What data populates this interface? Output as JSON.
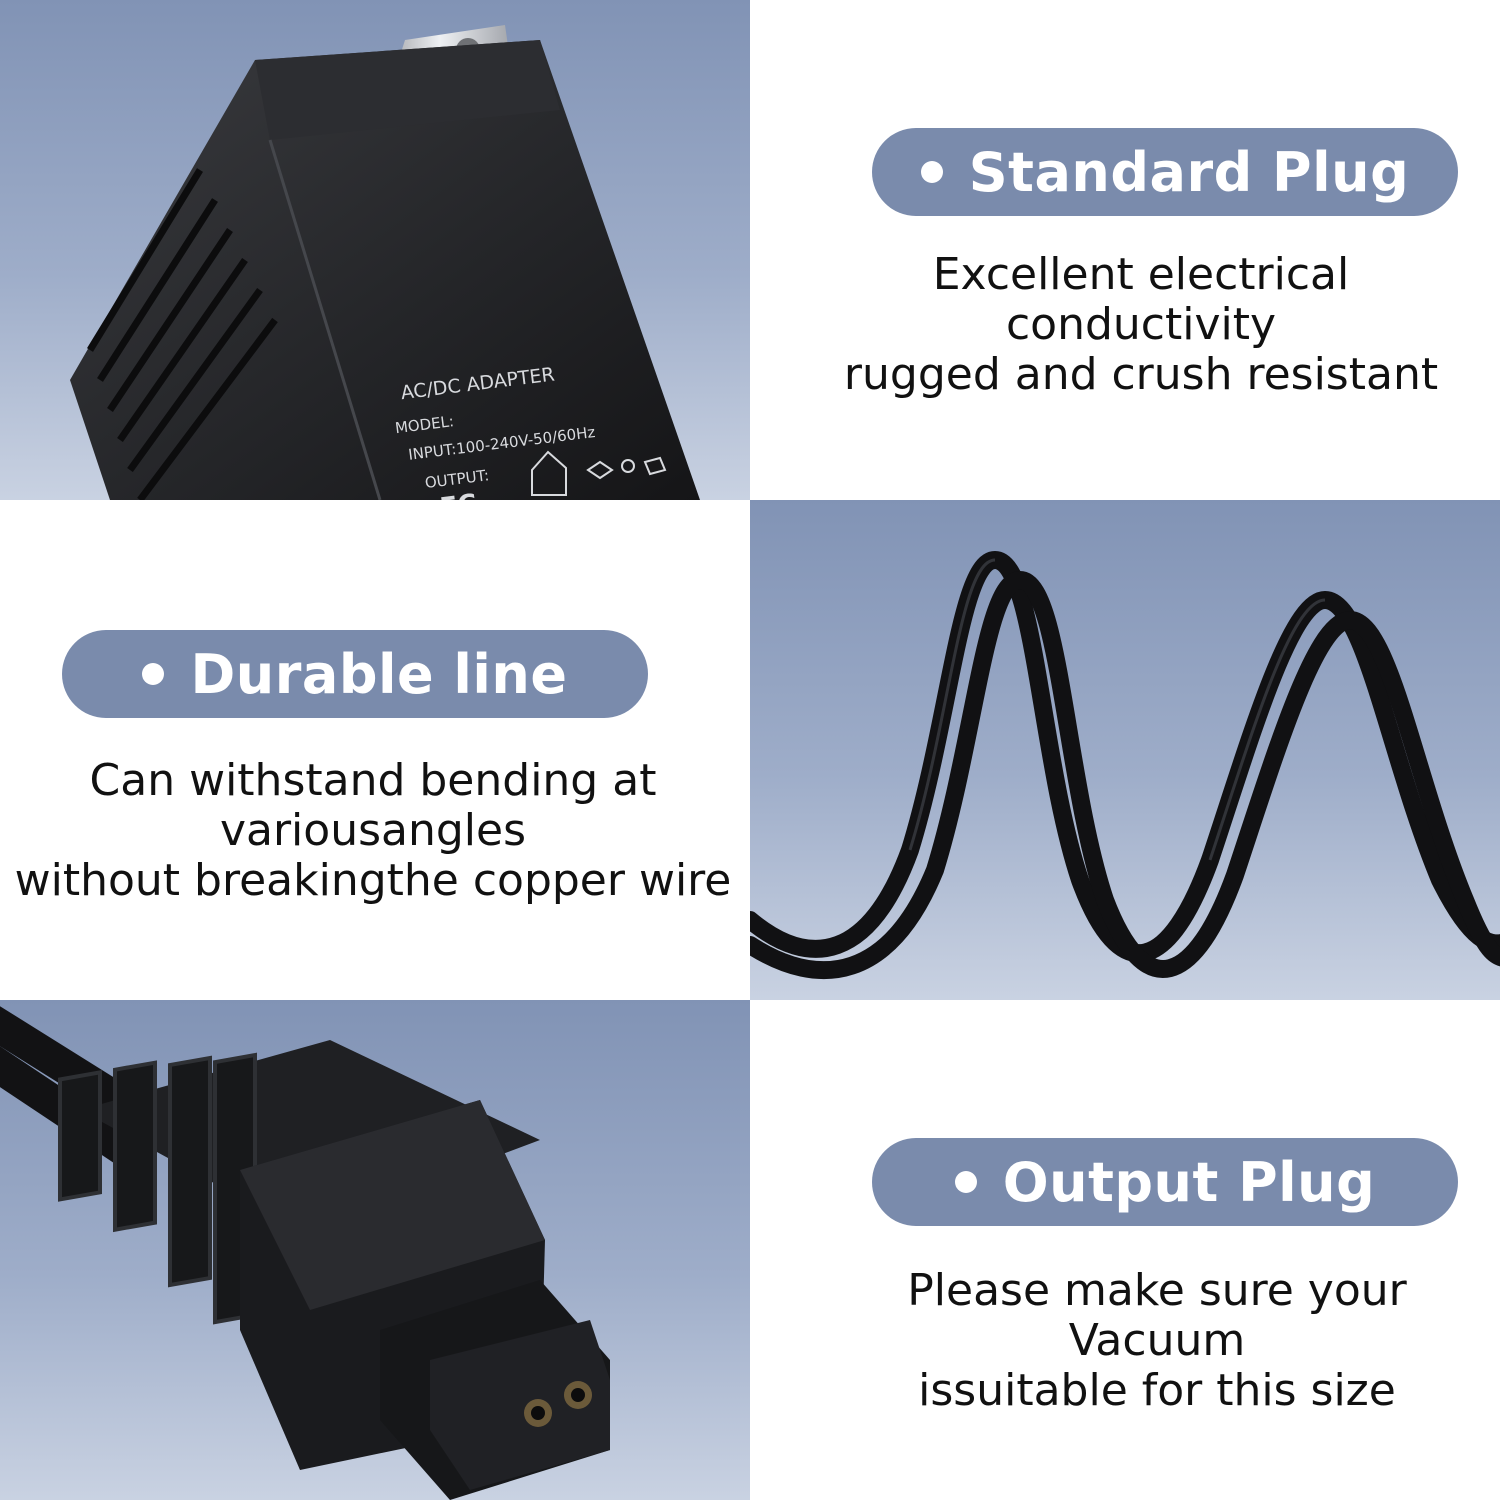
{
  "sections": {
    "standard_plug": {
      "title": "Standard Plug",
      "lines": [
        "Excellent electrical",
        "conductivity",
        "rugged and crush resistant"
      ]
    },
    "durable_line": {
      "title": "Durable line",
      "lines": [
        "Can withstand bending at",
        "variousangles",
        "without breakingthe copper wire"
      ]
    },
    "output_plug": {
      "title": "Output Plug",
      "lines": [
        "Please make sure your",
        "Vacuum",
        "issuitable for this size"
      ]
    }
  },
  "adapter_label": {
    "heading": "AC/DC ADAPTER",
    "model": "MODEL:",
    "input": "INPUT:100-240V-50/60Hz",
    "output": "OUTPUT:",
    "fcc": "FC"
  },
  "colors": {
    "pill": "#7a8bac",
    "photo_bg_top": "#8193b5",
    "photo_bg_bottom": "#c9d2e2",
    "product": "#1b1b1d"
  }
}
